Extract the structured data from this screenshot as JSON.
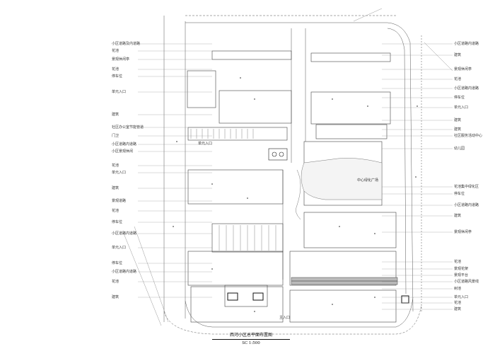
{
  "title": "西河小区总平面布置图",
  "scale": "SC 1:500",
  "left_labels": [
    "小区道路及内道路",
    "花池",
    "景观休闲亭",
    "花池",
    "停车位",
    "单元入口",
    "建筑",
    "社区办公室节能管道",
    "门卫",
    "小区道路内道路",
    "小区景观休闲",
    "花池",
    "单元入口",
    "建筑",
    "景观道路",
    "花池",
    "停车位",
    "小区道路内道路",
    "单元入口",
    "停车位",
    "小区道路内道路",
    "花池",
    "建筑"
  ],
  "right_labels": [
    "小区道路内道路",
    "建筑",
    "景观休闲亭",
    "花池",
    "小区道路内道路",
    "停车位",
    "单元入口",
    "建筑",
    "建筑",
    "社区服务活动中心",
    "幼儿园",
    "花池集中绿化区",
    "停车位",
    "小区道路内道路",
    "建筑",
    "景观休闲亭",
    "花池",
    "景观花架",
    "景观平台",
    "小区道路风景线",
    "树池",
    "单元入口",
    "花池",
    "建筑"
  ],
  "map_labels": {
    "entrance_upper": "单元入口",
    "entrance_lower": "主入口",
    "central_area": "中心绿化广场"
  }
}
